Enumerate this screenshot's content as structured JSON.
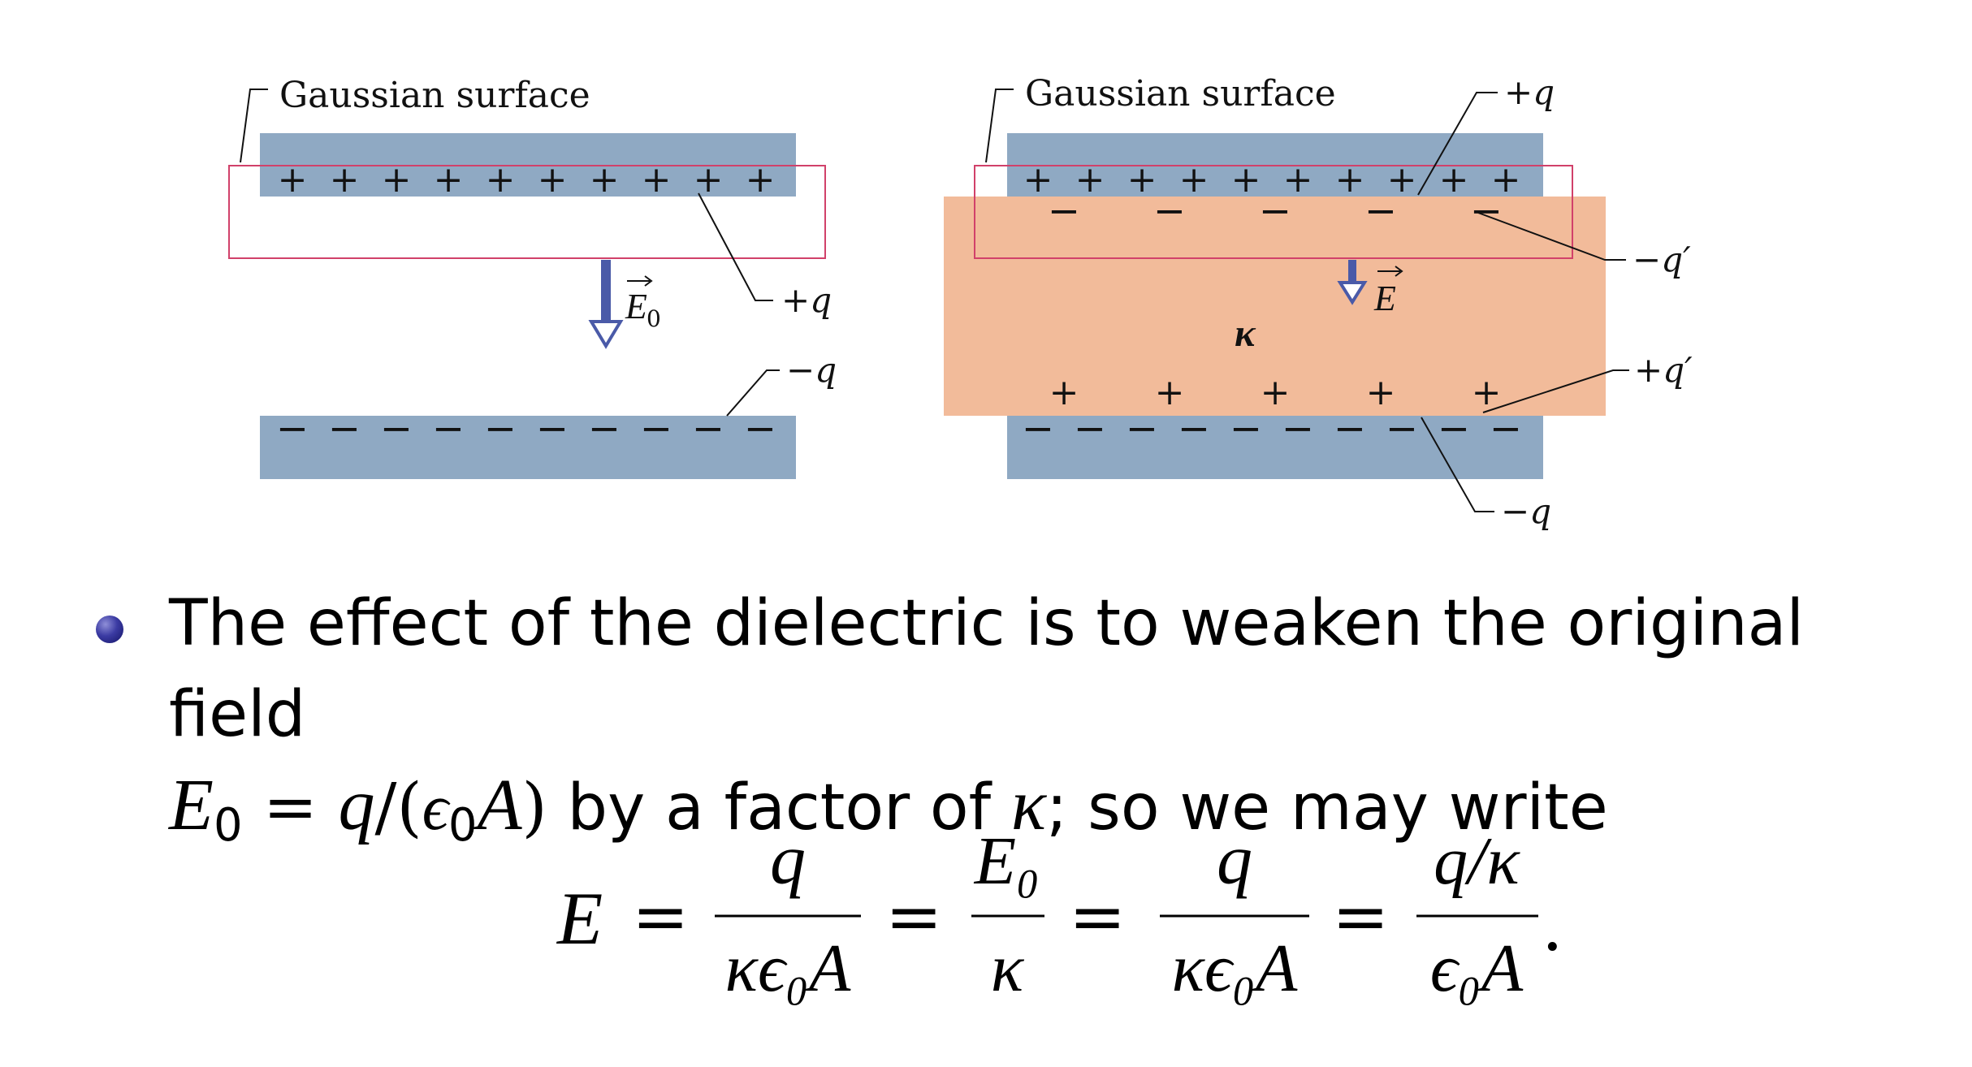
{
  "figure": {
    "left_panel": {
      "gaussian_label": "Gaussian surface",
      "top_plate_charge": "+",
      "bottom_plate_charge": "−",
      "field_label": "E",
      "field_subscript": "0",
      "top_label": "+q",
      "bottom_label": "−q"
    },
    "right_panel": {
      "gaussian_label": "Gaussian surface",
      "top_plate_charge": "+",
      "bottom_plate_charge": "−",
      "induced_top_charge": "−",
      "induced_bottom_charge": "+",
      "field_label": "E",
      "kappa": "κ",
      "top_label": "+q",
      "induced_top_label": "−q′",
      "induced_bottom_label": "+q′",
      "bottom_label": "−q"
    },
    "colors": {
      "plate": "#8fa9c3",
      "dielectric": "#f2bb9a",
      "gaussian_box": "#d1416a",
      "arrow": "#4a5aa8"
    }
  },
  "bullet": {
    "line1": "The effect of the dielectric is to weaken the original field",
    "e0": "E",
    "e0_sub": "0",
    "eq": " = ",
    "q": "q",
    "slash_paren": "/(",
    "eps": "ϵ",
    "eps_sub": "0",
    "A": "A",
    "close": ")",
    "mid": " by a factor of ",
    "kappa": "κ",
    "end": "; so we may write"
  },
  "equation": {
    "lhs": "E",
    "equals": "=",
    "frac1_num": "q",
    "frac1_den": "κϵ₀A",
    "frac2_num": "E₀",
    "frac2_den": "κ",
    "frac3_num": "q",
    "frac3_den": "κϵ₀A",
    "frac4_num": "q/κ",
    "frac4_den": "ϵ₀A",
    "period": "."
  }
}
